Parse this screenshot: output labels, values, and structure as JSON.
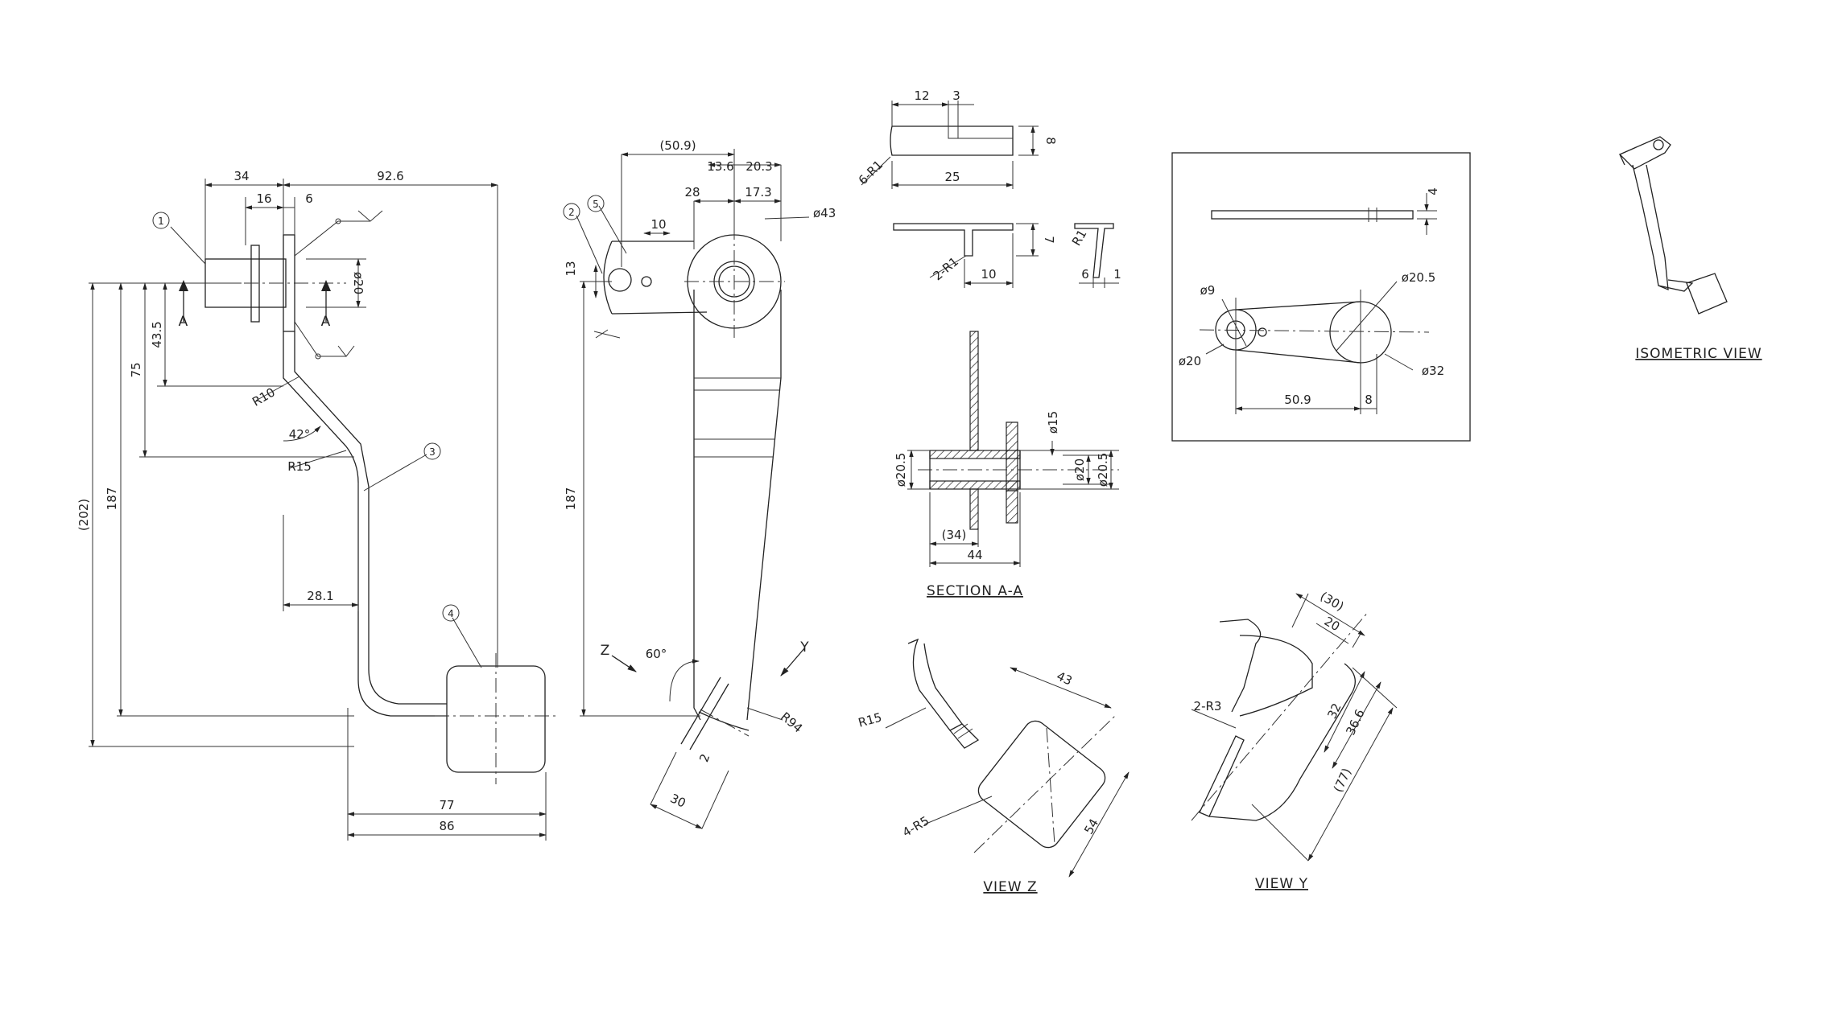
{
  "views": {
    "front": {
      "dims": [
        "34",
        "92.6",
        "16",
        "6",
        "ø20",
        "43.5",
        "75",
        "187",
        "(202)",
        "R10",
        "42°",
        "R15",
        "28.1",
        "77",
        "86"
      ],
      "section_marks": [
        "A",
        "A"
      ],
      "balloons": [
        "1",
        "3",
        "4"
      ]
    },
    "side": {
      "dims": [
        "(50.9)",
        "13.6",
        "20.3",
        "28",
        "17.3",
        "10",
        "ø43",
        "13",
        "187",
        "60°",
        "R94",
        "2",
        "30"
      ],
      "balloons": [
        "2",
        "5"
      ],
      "view_arrows": [
        "Z",
        "Y"
      ]
    },
    "detail_top": {
      "dims": [
        "12",
        "3",
        "8",
        "6-R1",
        "25"
      ]
    },
    "detail_mid": {
      "dims": [
        "7",
        "2-R1",
        "10",
        "R1",
        "6",
        "1"
      ]
    },
    "section": {
      "dims": [
        "ø15",
        "ø20.5",
        "ø20",
        "ø20.5",
        "(34)",
        "44"
      ],
      "title": "SECTION A-A"
    },
    "link": {
      "dims": [
        "4",
        "ø9",
        "ø20.5",
        "ø20",
        "ø32",
        "50.9",
        "8"
      ]
    },
    "view_z": {
      "dims": [
        "43",
        "R15",
        "54",
        "4-R5"
      ],
      "title": "VIEW Z"
    },
    "view_y": {
      "dims": [
        "(30)",
        "20",
        "2-R3",
        "32",
        "36.6",
        "(77)"
      ],
      "title": "VIEW Y"
    },
    "isometric": {
      "title": "ISOMETRIC VIEW"
    }
  }
}
